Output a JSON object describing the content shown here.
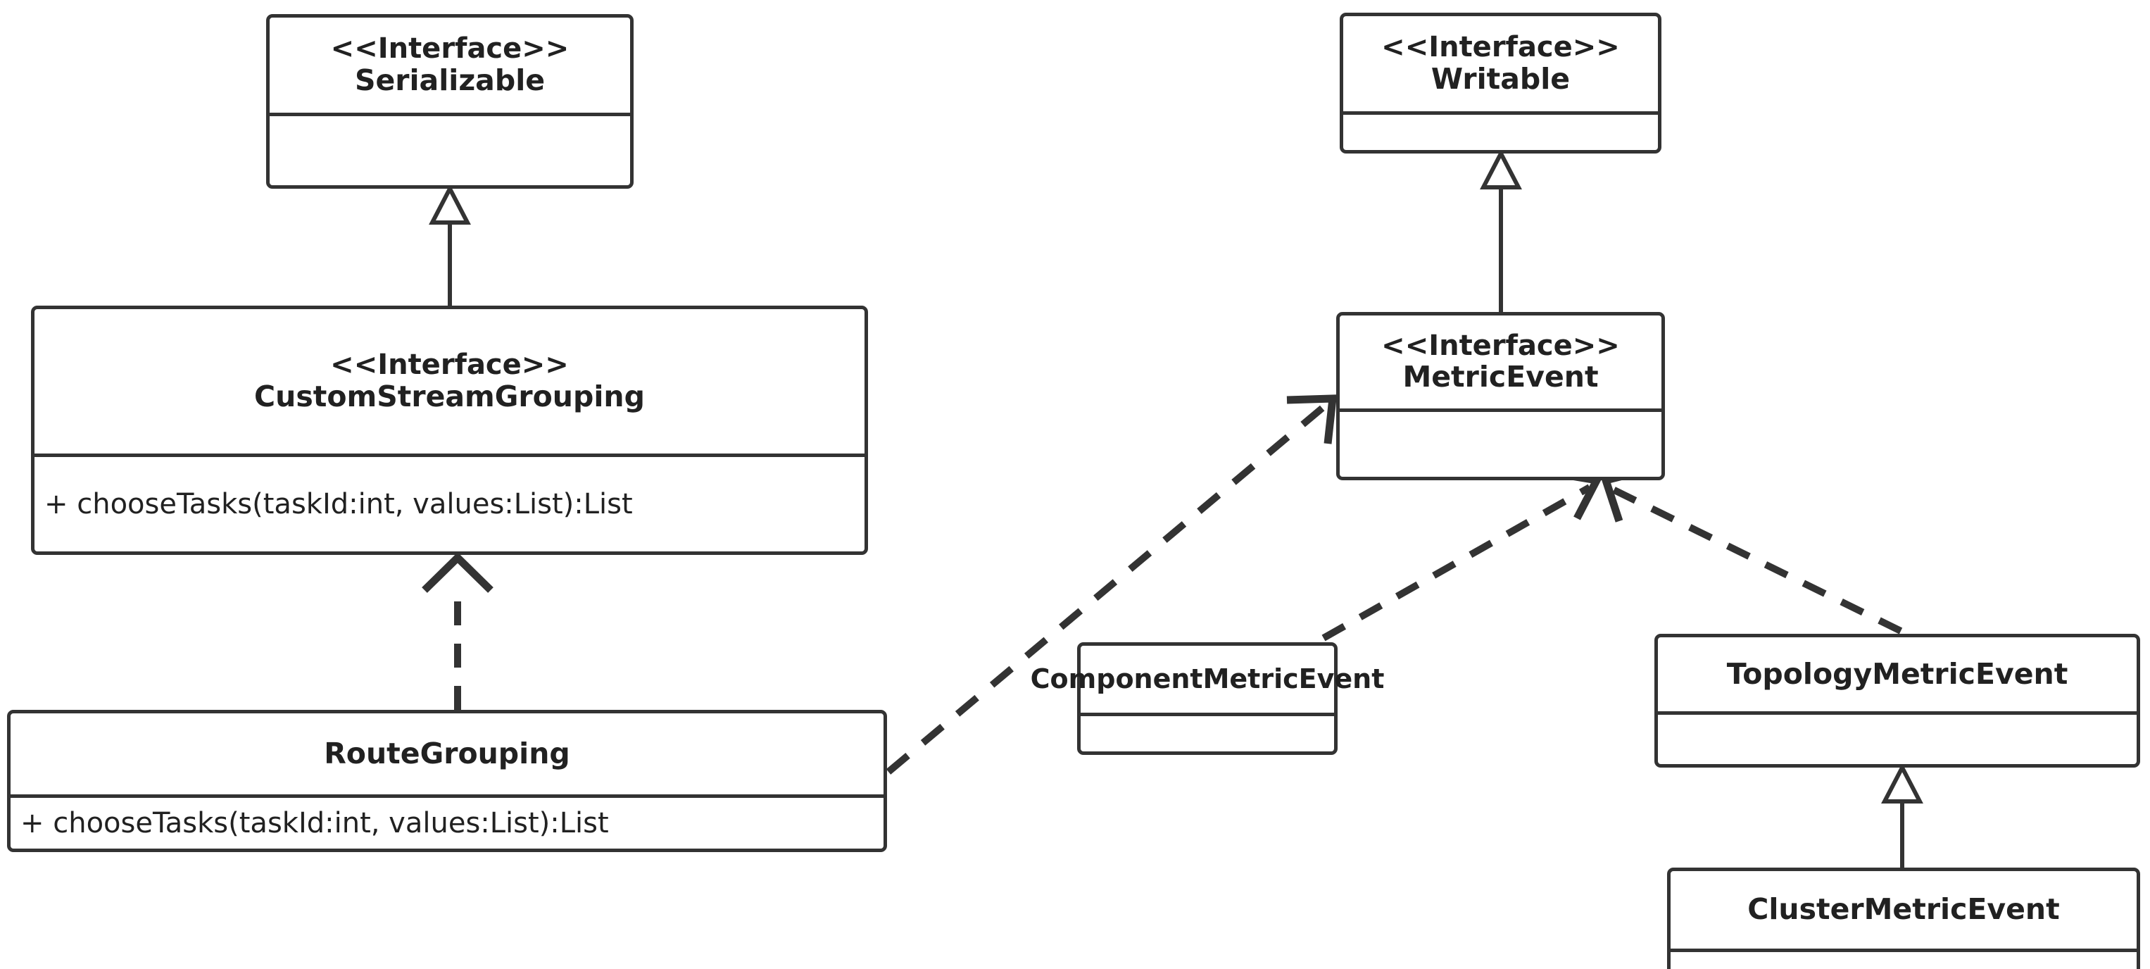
{
  "diagram": {
    "kind": "uml-class-diagram",
    "stereotype_label": "<<Interface>>",
    "colors": {
      "stroke": "#333333",
      "text": "#212121",
      "background": "#ffffff"
    }
  },
  "classes": {
    "serializable": {
      "stereotype": "<<Interface>>",
      "name": "Serializable",
      "members": []
    },
    "custom_stream_grouping": {
      "stereotype": "<<Interface>>",
      "name": "CustomStreamGrouping",
      "members": [
        "+ chooseTasks(taskId:int, values:List):List"
      ]
    },
    "route_grouping": {
      "stereotype": "",
      "name": "RouteGrouping",
      "members": [
        "+ chooseTasks(taskId:int, values:List):List"
      ]
    },
    "writable": {
      "stereotype": "<<Interface>>",
      "name": "Writable",
      "members": []
    },
    "metric_event": {
      "stereotype": "<<Interface>>",
      "name": "MetricEvent",
      "members": []
    },
    "component_metric_event": {
      "stereotype": "",
      "name": "ComponentMetricEvent",
      "members": []
    },
    "topology_metric_event": {
      "stereotype": "",
      "name": "TopologyMetricEvent",
      "members": []
    },
    "cluster_metric_event": {
      "stereotype": "",
      "name": "ClusterMetricEvent",
      "members": []
    }
  },
  "relationships": [
    {
      "id": "rel-csg-serializable",
      "from": "CustomStreamGrouping",
      "to": "Serializable",
      "type": "generalization",
      "line": "solid",
      "arrowhead": "hollow-triangle"
    },
    {
      "id": "rel-routegrouping-csg",
      "from": "RouteGrouping",
      "to": "CustomStreamGrouping",
      "type": "realization",
      "line": "dashed",
      "arrowhead": "open"
    },
    {
      "id": "rel-metricevent-writable",
      "from": "MetricEvent",
      "to": "Writable",
      "type": "generalization",
      "line": "solid",
      "arrowhead": "hollow-triangle"
    },
    {
      "id": "rel-routegrouping-metricevent",
      "from": "RouteGrouping",
      "to": "MetricEvent",
      "type": "dependency",
      "line": "dashed",
      "arrowhead": "open"
    },
    {
      "id": "rel-component-metricevent",
      "from": "ComponentMetricEvent",
      "to": "MetricEvent",
      "type": "realization",
      "line": "dashed",
      "arrowhead": "open"
    },
    {
      "id": "rel-topology-metricevent",
      "from": "TopologyMetricEvent",
      "to": "MetricEvent",
      "type": "realization",
      "line": "dashed",
      "arrowhead": "open"
    },
    {
      "id": "rel-cluster-topology",
      "from": "ClusterMetricEvent",
      "to": "TopologyMetricEvent",
      "type": "generalization",
      "line": "solid",
      "arrowhead": "hollow-triangle"
    }
  ]
}
